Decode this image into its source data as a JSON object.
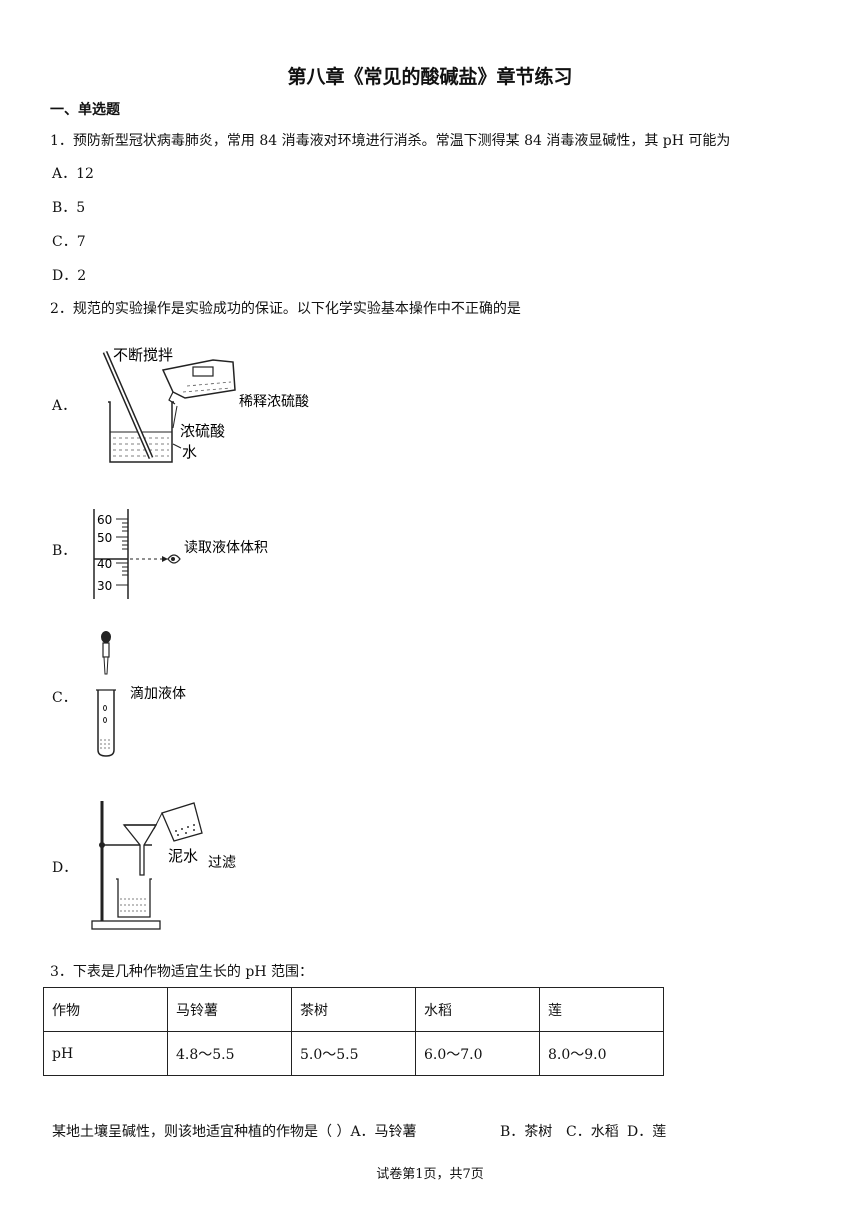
{
  "title": "第八章《常见的酸碱盐》章节练习",
  "section": "一、单选题",
  "q1": {
    "stem": "1．预防新型冠状病毒肺炎，常用 84 消毒液对环境进行消杀。常温下测得某 84 消毒液显碱性，其 pH 可能为",
    "options": [
      "A．12",
      "B．5",
      "C．7",
      "D．2"
    ]
  },
  "q2": {
    "stem": "2．规范的实验操作是实验成功的保证。以下化学实验基本操作中不正确的是",
    "option_letters": [
      "A．",
      "B．",
      "C．",
      "D．"
    ],
    "figA": {
      "stir": "不断搅拌",
      "dilute": "稀释浓硫酸",
      "acid": "浓硫酸",
      "water": "水"
    },
    "figB": {
      "ticks": [
        "60",
        "50",
        "40",
        "30"
      ],
      "caption": "读取液体体积"
    },
    "figC": {
      "caption": "滴加液体"
    },
    "figD": {
      "mud": "泥水",
      "caption": "过滤"
    }
  },
  "q3": {
    "stem": "3．下表是几种作物适宜生长的 pH 范围：",
    "table": {
      "header": [
        "作物",
        "马铃薯",
        "茶树",
        "水稻",
        "莲"
      ],
      "row": [
        "pH",
        "4.8～5.5",
        "5.0～5.5",
        "6.0～7.0",
        "8.0～9.0"
      ]
    },
    "follow": "某地土壤呈碱性，则该地适宜种植的作物是（ ）A．马铃薯",
    "options_tail": [
      "B．茶树",
      "C．水稻",
      "D．莲"
    ]
  },
  "footer": "试卷第1页，共7页"
}
